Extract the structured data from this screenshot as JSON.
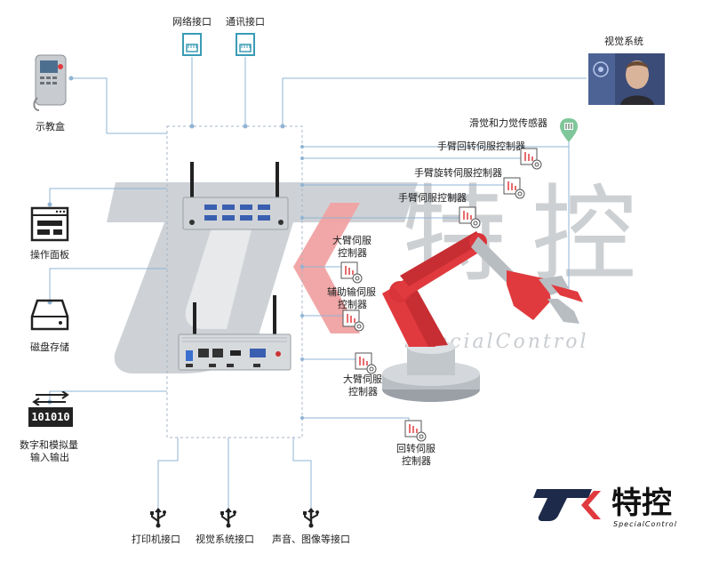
{
  "labels": {
    "network_port": "网络接口",
    "comm_port": "通讯接口",
    "vision_system": "视觉系统",
    "teach_pendant": "示教盒",
    "slip_force_sensor": "滑觉和力觉传感器",
    "wrist_rotate_servo": "手臂回转伺服控制器",
    "wrist_spin_servo": "手臂旋转伺服控制器",
    "wrist_servo": "手臂伺服控制器",
    "upper_arm_servo_top": "大臂伺服控制器",
    "aux_servo": "辅助输伺服控制器",
    "upper_arm_servo_bottom": "大臂伺服控制器",
    "rotary_servo": "回转伺服控制器",
    "operation_panel": "操作面板",
    "disk_storage": "磁盘存储",
    "io_label": "数字和模拟量输入输出",
    "binary_code": "101010",
    "printer_port": "打印机接口",
    "vision_port": "视觉系统接口",
    "audio_video_port": "声音、图像等接口"
  },
  "two_line": {
    "upper_arm_top": [
      "大臂伺服",
      "控制器"
    ],
    "aux_servo": [
      "辅助输伺服",
      "控制器"
    ],
    "upper_arm_bottom": [
      "大臂伺服",
      "控制器"
    ],
    "rotary_servo": [
      "回转伺服",
      "控制器"
    ],
    "io_label": [
      "数字和模拟量",
      "输入输出"
    ]
  },
  "watermark": {
    "char1": "特",
    "char2": "控",
    "subtitle": "SpecialControl"
  },
  "logo": {
    "text": "特控",
    "subtitle": "SpecialControl"
  },
  "colors": {
    "line": "#8fb4d4",
    "accent_red": "#e03a3e",
    "logo_blue": "#1e2a4a",
    "icon_teal": "#3a9bb5",
    "sensor_green": "#7fc79a",
    "watermark": "#cdd0d3"
  }
}
